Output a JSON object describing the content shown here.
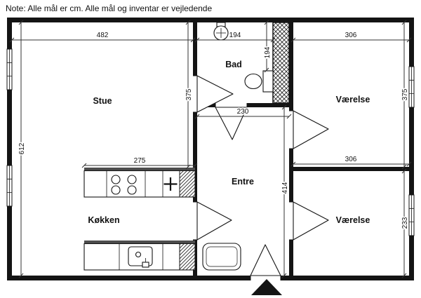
{
  "note": "Note: Alle mål er cm. Alle mål og inventar er vejledende",
  "rooms": {
    "stue": "Stue",
    "bad": "Bad",
    "vaerelse_top": "Værelse",
    "entre": "Entre",
    "koekken": "Køkken",
    "vaerelse_bottom": "Værelse"
  },
  "dims": {
    "stue_width": "482",
    "bad_width": "194",
    "bad_depth": "194",
    "top_room_width": "306",
    "top_room_depth": "375",
    "stue_depth": "375",
    "entre_width": "230",
    "entre_depth": "414",
    "left_depth": "612",
    "counter_width": "275",
    "bottom_room_width": "306",
    "bottom_room_depth": "233"
  },
  "colors": {
    "wall": "#141414",
    "counter_edge": "#4d4d4d",
    "background": "#ffffff"
  }
}
